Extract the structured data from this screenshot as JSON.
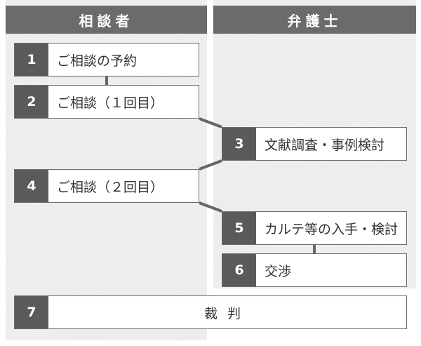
{
  "columns": {
    "left_header": "相談者",
    "right_header": "弁護士"
  },
  "steps": [
    {
      "num": "1",
      "label": "ご相談の予約"
    },
    {
      "num": "2",
      "label": "ご相談（１回目）"
    },
    {
      "num": "3",
      "label": "文献調査・事例検討"
    },
    {
      "num": "4",
      "label": "ご相談（２回目）"
    },
    {
      "num": "5",
      "label": "カルテ等の入手・検討"
    },
    {
      "num": "6",
      "label": "交渉"
    },
    {
      "num": "7",
      "label": "裁判"
    }
  ],
  "colors": {
    "header_bg": "#6b6b6b",
    "number_bg": "#5a5a5a",
    "column_bg": "#ebebeb",
    "connector": "#666666"
  }
}
